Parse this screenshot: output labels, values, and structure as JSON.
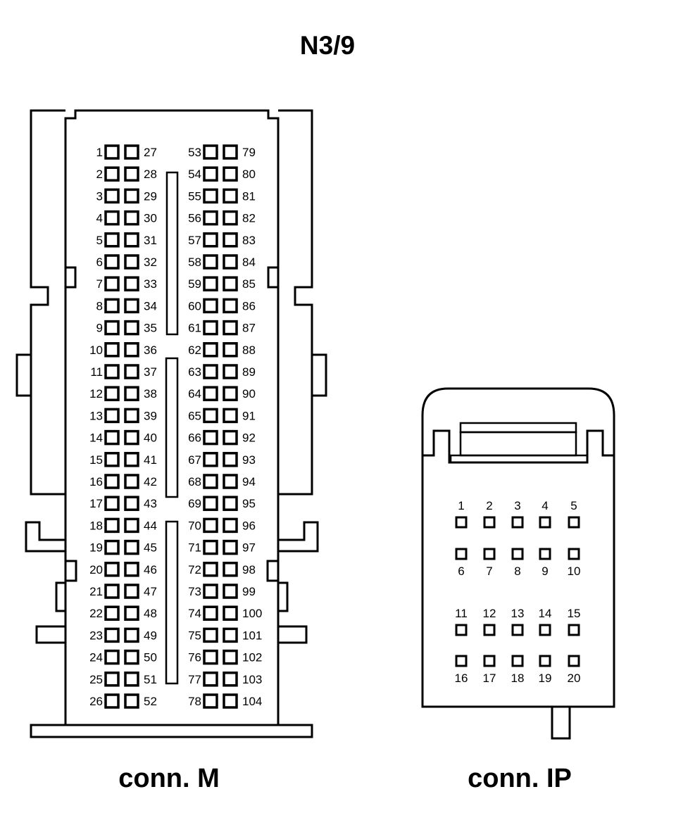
{
  "title": "N3/9",
  "connector_m": {
    "caption": "conn. M",
    "columns": [
      [
        "1",
        "2",
        "3",
        "4",
        "5",
        "6",
        "7",
        "8",
        "9",
        "10",
        "11",
        "12",
        "13",
        "14",
        "15",
        "16",
        "17",
        "18",
        "19",
        "20",
        "21",
        "22",
        "23",
        "24",
        "25",
        "26"
      ],
      [
        "27",
        "28",
        "29",
        "30",
        "31",
        "32",
        "33",
        "34",
        "35",
        "36",
        "37",
        "38",
        "39",
        "40",
        "41",
        "42",
        "43",
        "44",
        "45",
        "46",
        "47",
        "48",
        "49",
        "50",
        "51",
        "52"
      ],
      [
        "53",
        "54",
        "55",
        "56",
        "57",
        "58",
        "59",
        "60",
        "61",
        "62",
        "63",
        "64",
        "65",
        "66",
        "67",
        "68",
        "69",
        "70",
        "71",
        "72",
        "73",
        "74",
        "75",
        "76",
        "77",
        "78"
      ],
      [
        "79",
        "80",
        "81",
        "82",
        "83",
        "84",
        "85",
        "86",
        "87",
        "88",
        "89",
        "90",
        "91",
        "92",
        "93",
        "94",
        "95",
        "96",
        "97",
        "98",
        "99",
        "100",
        "101",
        "102",
        "103",
        "104"
      ]
    ]
  },
  "connector_ip": {
    "caption": "conn. IP",
    "rows": [
      {
        "pins": [
          "1",
          "2",
          "3",
          "4",
          "5"
        ],
        "label_position": "above"
      },
      {
        "pins": [
          "6",
          "7",
          "8",
          "9",
          "10"
        ],
        "label_position": "below"
      },
      {
        "pins": [
          "11",
          "12",
          "13",
          "14",
          "15"
        ],
        "label_position": "above"
      },
      {
        "pins": [
          "16",
          "17",
          "18",
          "19",
          "20"
        ],
        "label_position": "below"
      }
    ]
  }
}
